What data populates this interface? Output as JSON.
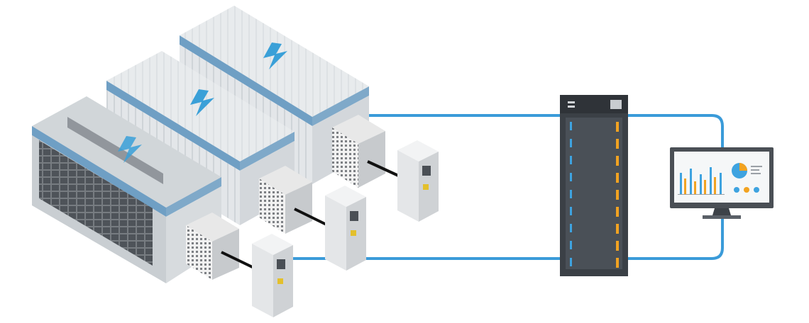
{
  "diagram": {
    "containers": [
      {
        "icon": "lightning-bolt-icon",
        "variant": "cutaway"
      },
      {
        "icon": "lightning-bolt-icon",
        "variant": "solid"
      },
      {
        "icon": "lightning-bolt-icon",
        "variant": "solid"
      }
    ],
    "pcs_units": 3,
    "chargers": 3,
    "server_rack": {
      "icon": "server-rack-icon"
    },
    "monitor": {
      "icon": "monitor-dashboard-icon"
    },
    "colors": {
      "network_line": "#3a9bd9",
      "bolt": "#3aa0d8",
      "container_stripe": "#6f9fc4",
      "container_roof": "#e9ecef",
      "container_body": "#dfe3e6",
      "rack_body": "#3b4046",
      "rack_led_blue": "#3ea3e0",
      "rack_led_orange": "#f2a321",
      "charger_body": "#e6e8ea",
      "monitor_frame": "#4a4f55"
    }
  }
}
